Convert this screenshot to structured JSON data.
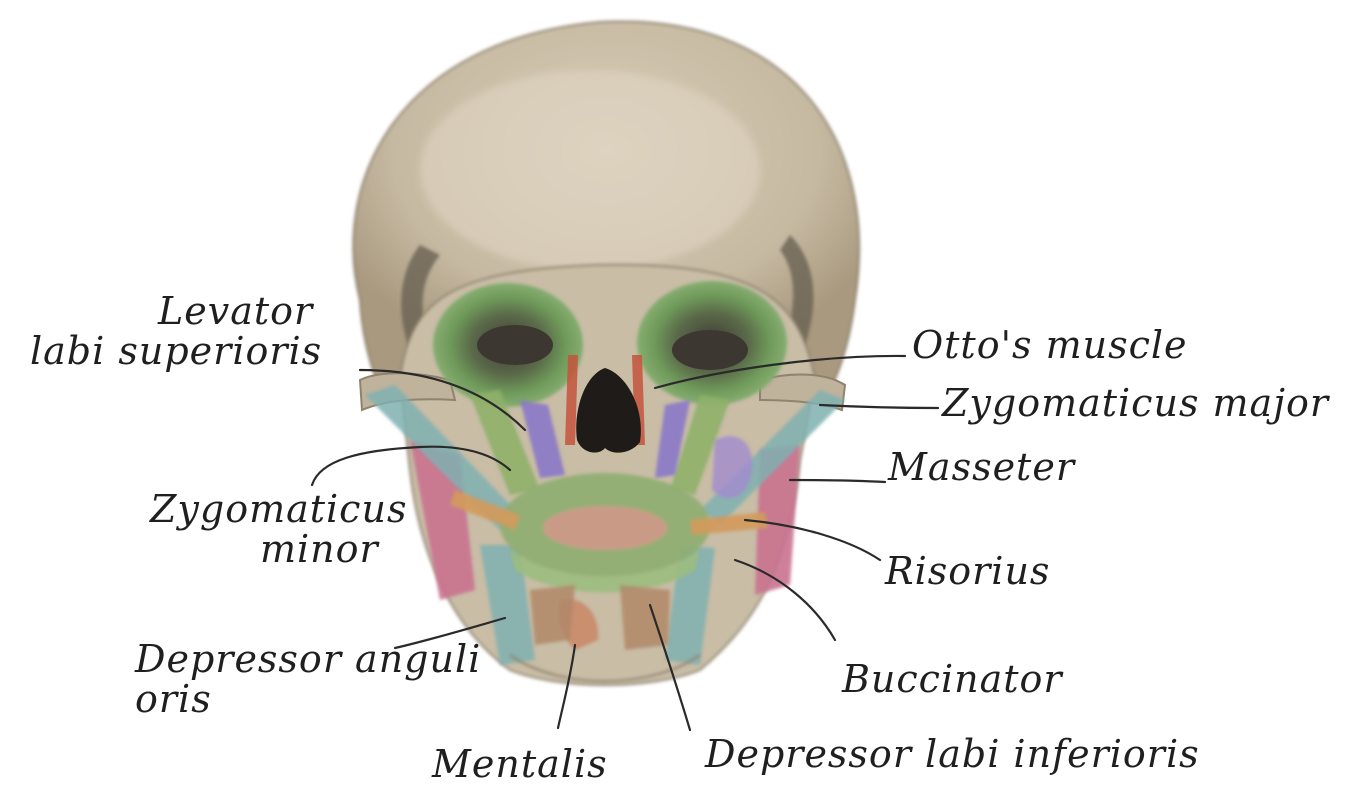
{
  "labels": {
    "levator_line1": "Levator",
    "levator_line2": "labi superioris",
    "ottos_muscle": "Otto's muscle",
    "zygomaticus_major": "Zygomaticus major",
    "masseter": "Masseter",
    "zygomaticus_minor_line1": "Zygomaticus",
    "zygomaticus_minor_line2": "minor",
    "risorius": "Risorius",
    "depressor_anguli_line1": "Depressor anguli",
    "depressor_anguli_line2": "oris",
    "buccinator": "Buccinator",
    "mentalis": "Mentalis",
    "depressor_labii": "Depressor labi inferioris"
  },
  "colors": {
    "skull": "#c9bda6",
    "skull_shadow": "#a39680",
    "orbicularis_green": "#8fae72",
    "eye_green": "#6f9a5a",
    "levator_purple": "#8a78c8",
    "zygomaticus_teal": "#7fb0b0",
    "masseter_pink": "#c9728f",
    "risorius_orange": "#d29a5c",
    "depressor_brown": "#b08868",
    "nasal_red": "#c4543c",
    "ink": "#1f1f1f"
  }
}
